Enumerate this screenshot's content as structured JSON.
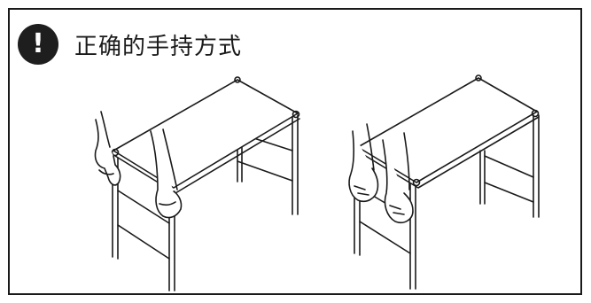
{
  "header": {
    "icon": "exclamation-icon",
    "icon_glyph": "!",
    "title": "正确的手持方式"
  },
  "illustrations": [
    {
      "name": "hold-from-side-end",
      "icon": "hands-holding-table-icon"
    },
    {
      "name": "hold-from-front",
      "icon": "hands-holding-table-icon"
    }
  ],
  "colors": {
    "ink": "#1a1a1a",
    "fill": "#ffffff",
    "badge": "#1e1e1e"
  }
}
